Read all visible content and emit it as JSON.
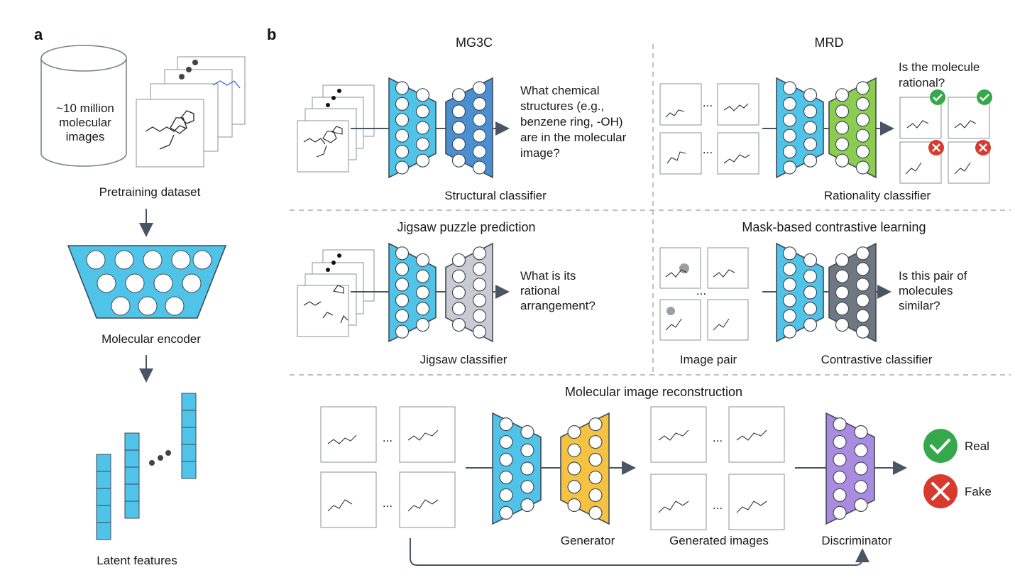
{
  "panel_a": {
    "label": "a",
    "cylinder_text": [
      "~10 million",
      "molecular",
      "images"
    ],
    "dataset_caption": "Pretraining dataset",
    "encoder_caption": "Molecular encoder",
    "latent_caption": "Latent features"
  },
  "panel_b": {
    "label": "b",
    "mg3c": {
      "title": "MG3C",
      "question": [
        "What chemical",
        "structures (e.g.,",
        "benzene ring, -OH)",
        "are in the molecular",
        "image?"
      ],
      "classifier": "Structural classifier"
    },
    "mrd": {
      "title": "MRD",
      "question": [
        "Is the molecule",
        "rational?"
      ],
      "classifier": "Rationality classifier"
    },
    "jigsaw": {
      "title": "Jigsaw puzzle prediction",
      "question": [
        "What is its",
        "rational",
        "arrangement?"
      ],
      "classifier": "Jigsaw classifier"
    },
    "contrastive": {
      "title": "Mask-based contrastive learning",
      "question": [
        "Is this pair of",
        "molecules",
        "similar?"
      ],
      "pair_caption": "Image pair",
      "classifier": "Contrastive classifier"
    },
    "reconstruction": {
      "title": "Molecular image reconstruction",
      "generator": "Generator",
      "generated": "Generated images",
      "discriminator": "Discriminator",
      "real": "Real",
      "fake": "Fake"
    },
    "ellipsis": "..."
  },
  "colors": {
    "encoder_blue": "#4fc3e8",
    "mg3c_blue": "#4a8fd0",
    "mrd_green": "#8ccd4f",
    "jigsaw_gray": "#c8ccd2",
    "contrast_gray": "#6f7781",
    "generator_yellow": "#f5c242",
    "discriminator_purple": "#a98be0",
    "real_green": "#34a84a",
    "fake_red": "#d93a2e",
    "arrow": "#4a5563",
    "outline": "#3f4a57"
  }
}
